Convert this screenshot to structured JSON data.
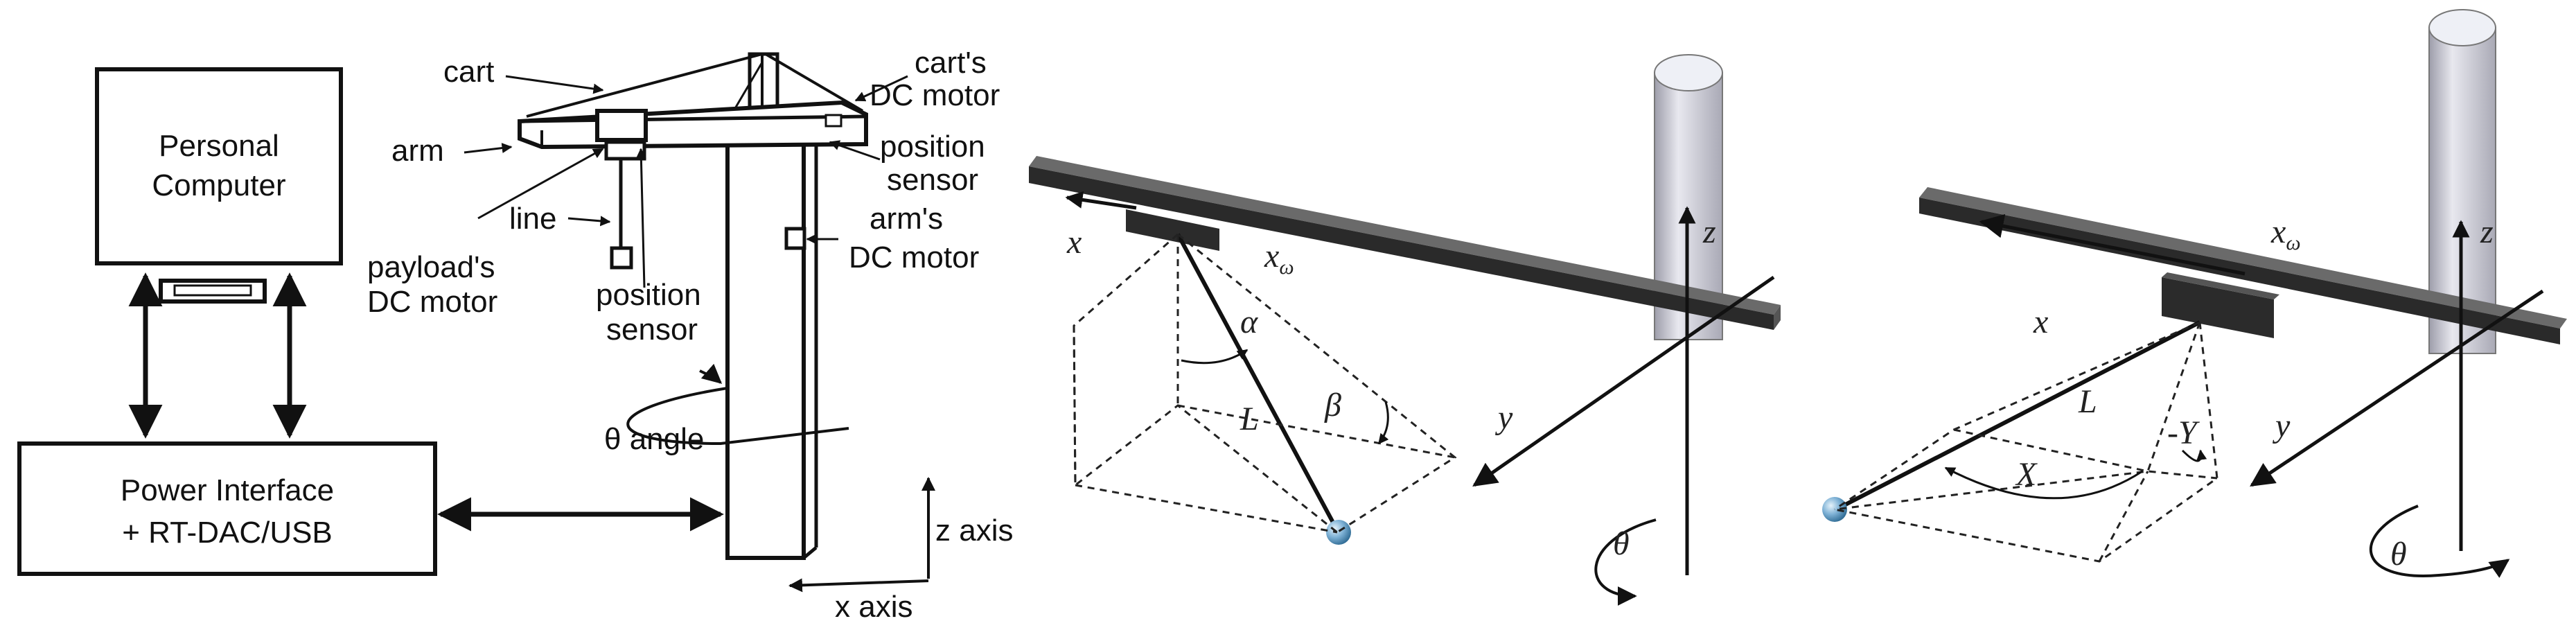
{
  "left_panel": {
    "computer_line1": "Personal",
    "computer_line2": "Computer",
    "interface_line1": "Power Interface",
    "interface_line2": "+ RT-DAC/USB"
  },
  "crane_panel": {
    "cart": "cart",
    "carts_motor_line1": "cart's",
    "carts_motor_line2": "DC motor",
    "arm": "arm",
    "position_sensor_right_line1": "position",
    "position_sensor_right_line2": "sensor",
    "line": "line",
    "arms_motor_line1": "arm's",
    "arms_motor_line2": "DC motor",
    "payload_motor_line1": "payload's",
    "payload_motor_line2": "DC motor",
    "position_sensor_mid_line1": "position",
    "position_sensor_mid_line2": "sensor",
    "theta_angle": "θ angle",
    "z_axis": "z axis",
    "x_axis": "x axis"
  },
  "model_panel_1": {
    "x": "x",
    "x_omega": "x",
    "x_omega_sub": "ω",
    "alpha": "α",
    "L": "L",
    "beta": "β",
    "z": "z",
    "y": "y",
    "theta": "θ"
  },
  "model_panel_2": {
    "x_omega": "x",
    "x_omega_sub": "ω",
    "x": "x",
    "z": "z",
    "L": "L",
    "minus_Y": "-Y",
    "X": "X",
    "y": "y",
    "theta": "θ"
  },
  "colors": {
    "beam_top": "#6a6a6a",
    "beam_side": "#2a2a2a",
    "column": "#c9c9d2",
    "ball": "#7fb2d6"
  }
}
